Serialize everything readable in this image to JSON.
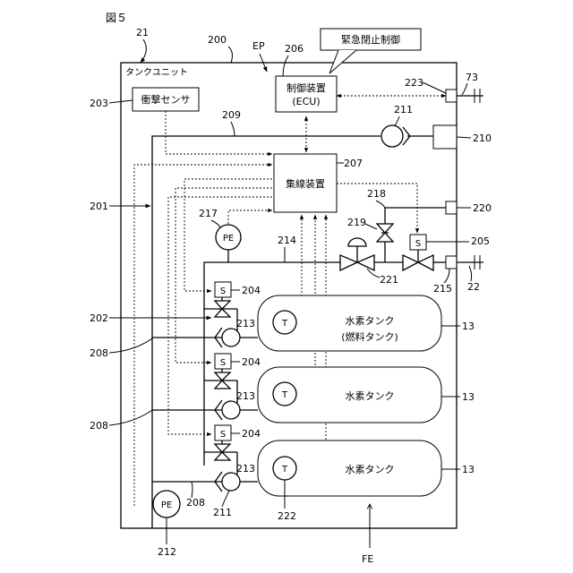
{
  "figure": {
    "title": "図５",
    "unit_box_label": "タンクユニット",
    "callout": "緊急閉止制御"
  },
  "components": {
    "shock_sensor": "衝撃センサ",
    "controller_line1": "制御装置",
    "controller_line2": "(ECU)",
    "hub": "集線装置",
    "pe": "PE",
    "s": "S",
    "t": "T",
    "tank1_line1": "水素タンク",
    "tank1_line2": "(燃料タンク)",
    "tank2": "水素タンク",
    "tank3": "水素タンク"
  },
  "refs": {
    "r21": "21",
    "r200": "200",
    "EP": "EP",
    "r206": "206",
    "r73": "73",
    "r223": "223",
    "r203": "203",
    "r209": "209",
    "r211a": "211",
    "r210": "210",
    "r207": "207",
    "r201": "201",
    "r218": "218",
    "r220": "220",
    "r217": "217",
    "r219": "219",
    "r205": "205",
    "r214": "214",
    "r221": "221",
    "r215": "215",
    "r22": "22",
    "r204a": "204",
    "r202": "202",
    "r213a": "213",
    "r13a": "13",
    "r208a": "208",
    "r204b": "204",
    "r213b": "213",
    "r13b": "13",
    "r208b": "208",
    "r204c": "204",
    "r213c": "213",
    "r13c": "13",
    "r208c": "208",
    "r211b": "211",
    "r222": "222",
    "r212": "212",
    "FE": "FE"
  },
  "colors": {
    "ink": "#000000",
    "paper": "#ffffff"
  }
}
